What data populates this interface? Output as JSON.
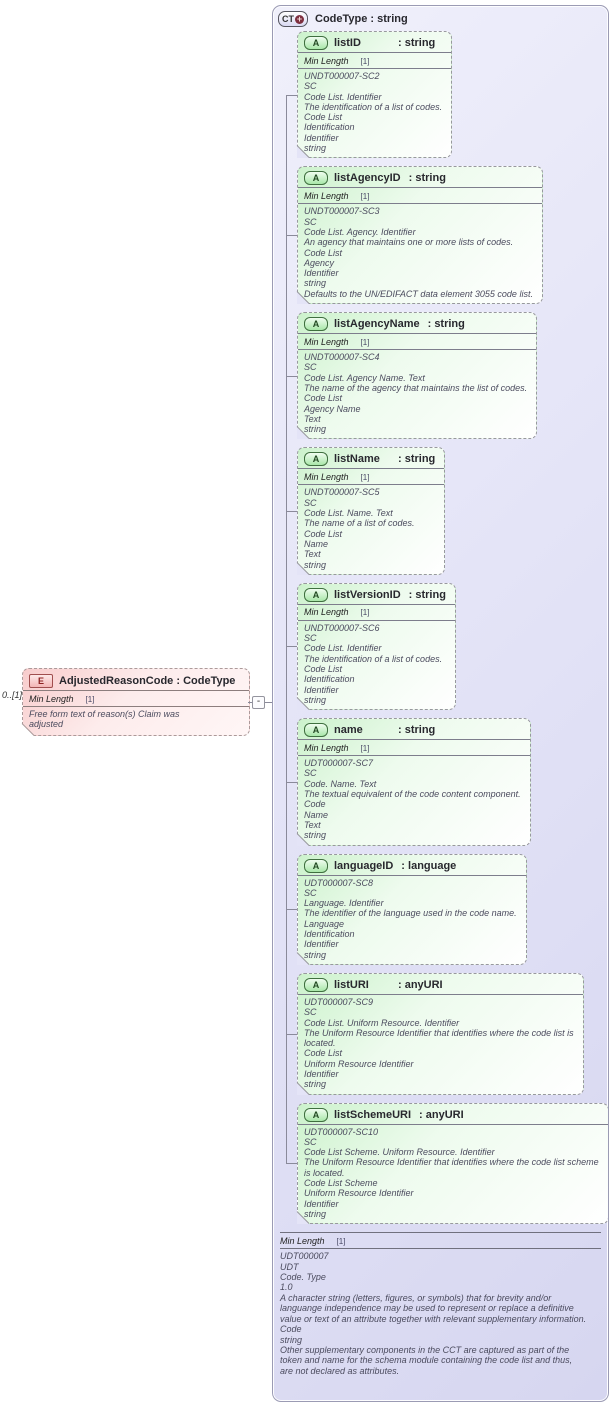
{
  "element": {
    "cardinality": "0..[1]",
    "badge": "E",
    "title": "AdjustedReasonCode : CodeType",
    "facet": {
      "name": "Min Length",
      "value": "[1]"
    },
    "annotation": [
      "Free form text of reason(s) Claim was",
      "adjusted"
    ]
  },
  "connector": {
    "toggle_glyph": "-"
  },
  "complex_type": {
    "badge": "CT",
    "expand_glyph": "+",
    "title": "CodeType : string",
    "attributes": [
      {
        "badge": "A",
        "name": "listID",
        "type_label": ": string",
        "facet": {
          "name": "Min Length",
          "value": "[1]"
        },
        "annotation": [
          "UNDT000007-SC2",
          "SC",
          "Code List. Identifier",
          "The identification of a list of codes.",
          "Code List",
          "Identification",
          "Identifier",
          "string"
        ]
      },
      {
        "badge": "A",
        "name": "listAgencyID",
        "type_label": ": string",
        "facet": {
          "name": "Min Length",
          "value": "[1]"
        },
        "annotation": [
          "UNDT000007-SC3",
          "SC",
          "Code List. Agency. Identifier",
          "An agency that maintains one or more lists of codes.",
          "Code List",
          "Agency",
          "Identifier",
          "string",
          "Defaults to the UN/EDIFACT data element 3055 code list."
        ]
      },
      {
        "badge": "A",
        "name": "listAgencyName",
        "type_label": ": string",
        "facet": {
          "name": "Min Length",
          "value": "[1]"
        },
        "annotation": [
          "UNDT000007-SC4",
          "SC",
          "Code List. Agency Name. Text",
          "The name of the agency that maintains the list of codes.",
          "Code List",
          "Agency Name",
          "Text",
          "string"
        ]
      },
      {
        "badge": "A",
        "name": "listName",
        "type_label": ": string",
        "facet": {
          "name": "Min Length",
          "value": "[1]"
        },
        "annotation": [
          "UNDT000007-SC5",
          "SC",
          "Code List. Name. Text",
          "The name of a list of codes.",
          "Code List",
          "Name",
          "Text",
          "string"
        ]
      },
      {
        "badge": "A",
        "name": "listVersionID",
        "type_label": ": string",
        "facet": {
          "name": "Min Length",
          "value": "[1]"
        },
        "annotation": [
          "UNDT000007-SC6",
          "SC",
          "Code List. Identifier",
          "The identification of a list of codes.",
          "Code List",
          "Identification",
          "Identifier",
          "string"
        ]
      },
      {
        "badge": "A",
        "name": "name",
        "type_label": ": string",
        "facet": {
          "name": "Min Length",
          "value": "[1]"
        },
        "annotation": [
          "UDT000007-SC7",
          "SC",
          "Code. Name. Text",
          "The textual equivalent of the code content component.",
          "Code",
          "Name",
          "Text",
          "string"
        ]
      },
      {
        "badge": "A",
        "name": "languageID",
        "type_label": ": language",
        "annotation": [
          "UDT000007-SC8",
          "SC",
          "Language. Identifier",
          "The identifier of the language used in the code name.",
          "Language",
          "Identification",
          "Identifier",
          "string"
        ]
      },
      {
        "badge": "A",
        "name": "listURI",
        "type_label": ": anyURI",
        "annotation": [
          "UDT000007-SC9",
          "SC",
          "Code List. Uniform Resource. Identifier",
          "The Uniform Resource Identifier that identifies where the code list is",
          "located.",
          "Code List",
          "Uniform Resource Identifier",
          "Identifier",
          "string"
        ]
      },
      {
        "badge": "A",
        "name": "listSchemeURI",
        "type_label": ": anyURI",
        "annotation": [
          "UDT000007-SC10",
          "SC",
          "Code List Scheme. Uniform Resource. Identifier",
          "The Uniform Resource Identifier that identifies where the code list scheme",
          "is located.",
          "Code List Scheme",
          "Uniform Resource Identifier",
          "Identifier",
          "string"
        ]
      }
    ],
    "facet": {
      "name": "Min Length",
      "value": "[1]"
    },
    "annotation": [
      "UDT000007",
      "UDT",
      "Code. Type",
      "1.0",
      "A character string (letters, figures, or symbols) that for brevity and/or",
      "languange independence may be used to represent or replace a definitive",
      "value or text of an attribute together with relevant supplementary information.",
      "Code",
      "string",
      "Other supplementary components in the CCT are captured as part of the",
      "token and name for the schema module containing the code list and thus,",
      "are not declared as attributes."
    ]
  },
  "colors": {
    "container_lavender": "#e4e4f7",
    "attribute_green": "#ccf2cc",
    "element_pink": "#f8cccc",
    "connector_gray": "#8a8a9a",
    "badge_green_border": "#3f6f3f",
    "badge_red_border": "#a04e4e"
  }
}
